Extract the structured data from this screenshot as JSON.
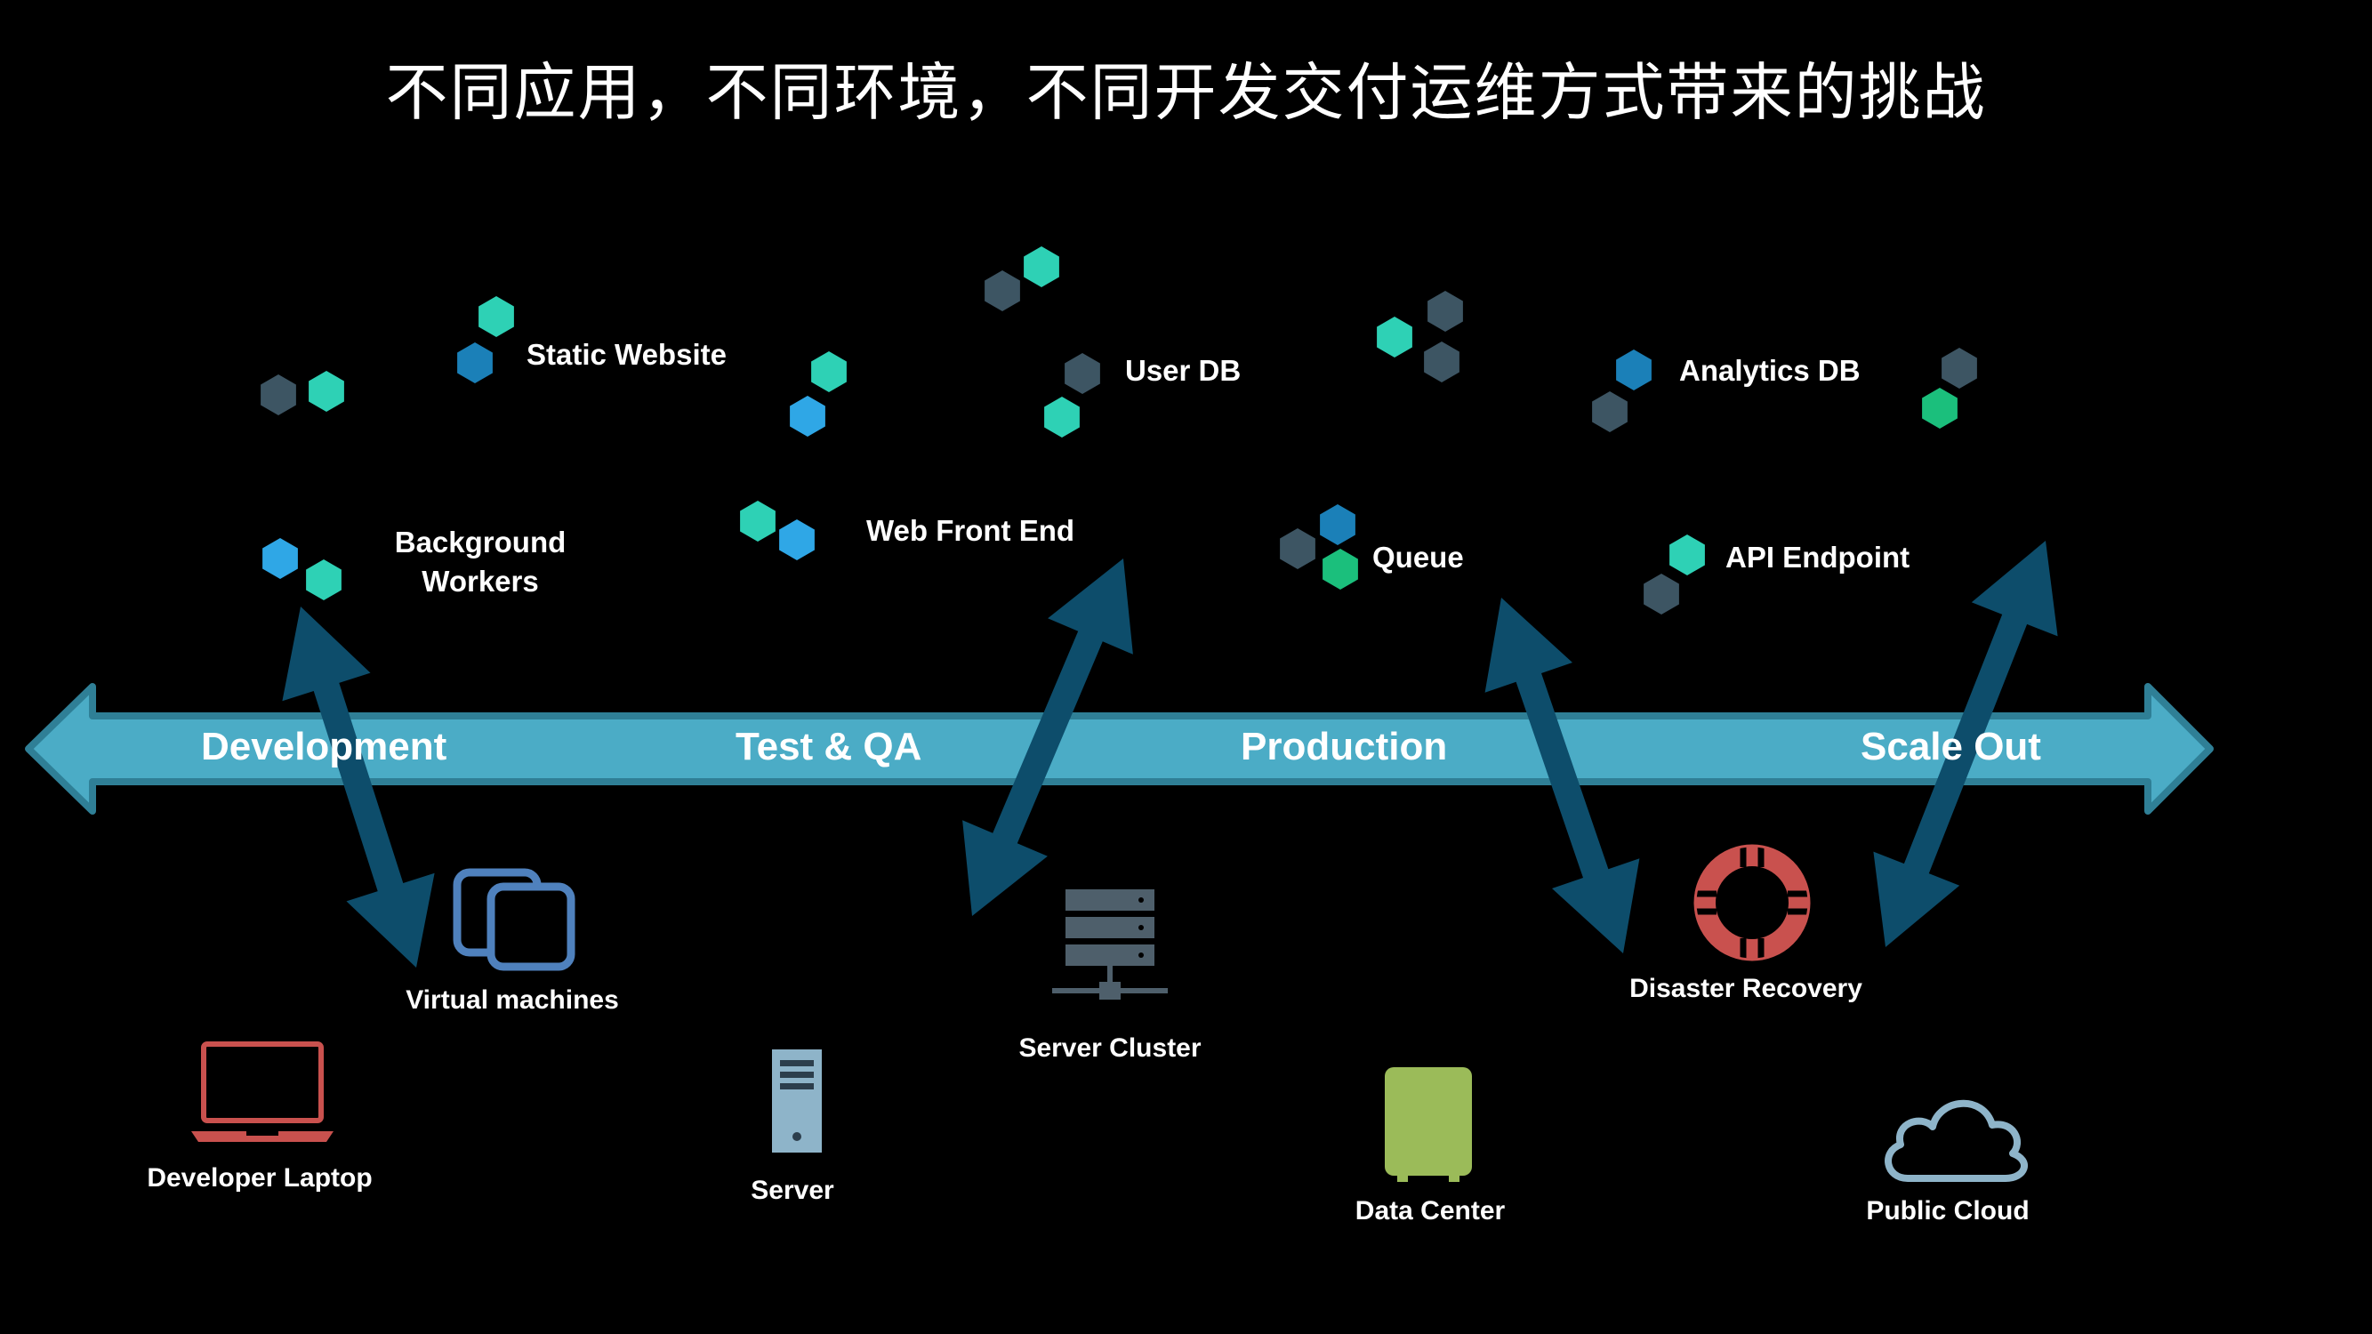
{
  "title": "不同应用，不同环境，不同开发交付运维方式带来的挑战",
  "stages": [
    "Development",
    "Test & QA",
    "Production",
    "Scale Out"
  ],
  "apps": {
    "static_website": "Static Website",
    "user_db": "User DB",
    "analytics_db": "Analytics DB",
    "background_workers_line1": "Background",
    "background_workers_line2": "Workers",
    "web_front_end": "Web Front End",
    "queue": "Queue",
    "api_endpoint": "API Endpoint"
  },
  "infrastructure": {
    "virtual_machines": "Virtual machines",
    "developer_laptop": "Developer Laptop",
    "server": "Server",
    "server_cluster": "Server Cluster",
    "data_center": "Data Center",
    "disaster_recovery": "Disaster Recovery",
    "public_cloud": "Public Cloud"
  },
  "colors": {
    "background": "#000000",
    "timeline_fill": "#4bacc6",
    "timeline_edge": "#2f7f96",
    "arrow": "#0d4d6b",
    "hex_teal": "#2ed1b5",
    "hex_slate": "#3d5563",
    "hex_blue": "#2fa7e6",
    "hex_darkblue": "#1b80b8",
    "hex_green": "#1bbf7c",
    "laptop": "#c9514e",
    "vm": "#4f81bd",
    "server": "#8eb4c9",
    "cluster": "#4e5f6b",
    "datacenter": "#9bbb59",
    "lifebuoy": "#c9514e",
    "cloud": "#8eb4c9"
  },
  "icons": [
    "hexagon-icon",
    "laptop-icon",
    "virtual-machines-icon",
    "server-icon",
    "server-cluster-icon",
    "data-center-icon",
    "lifebuoy-icon",
    "cloud-icon"
  ]
}
